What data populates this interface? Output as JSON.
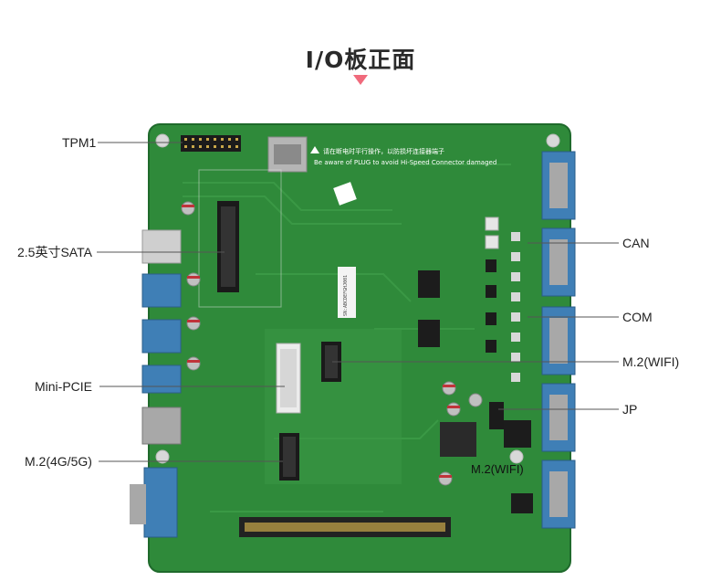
{
  "title": "I/O板正面",
  "colors": {
    "accent": "#f06a7c",
    "pcb": "#2f8a3a",
    "pcb_dark": "#1f6a2c",
    "connector_blue": "#3f7fb6",
    "callout_line": "#555555"
  },
  "callouts_left": {
    "tpm": "TPM1",
    "sata": "2.5英寸SATA",
    "minipcie": "Mini-PCIE",
    "m2_4g5g": "M.2(4G/5G)"
  },
  "callouts_right": {
    "can": "CAN",
    "com": "COM",
    "m2_wifi": "M.2(WIFI)",
    "jp": "JP"
  },
  "board_labels": {
    "m2_wifi_bottom": "M.2(WIFI)",
    "warning_cn": "请在断电时平行操作，以防损坏连接器端子",
    "warning_en": "Be aware of PLUG to avoid Hi-Speed Connector damaged",
    "sticker": "SN:ABCDEFGHJ001"
  }
}
